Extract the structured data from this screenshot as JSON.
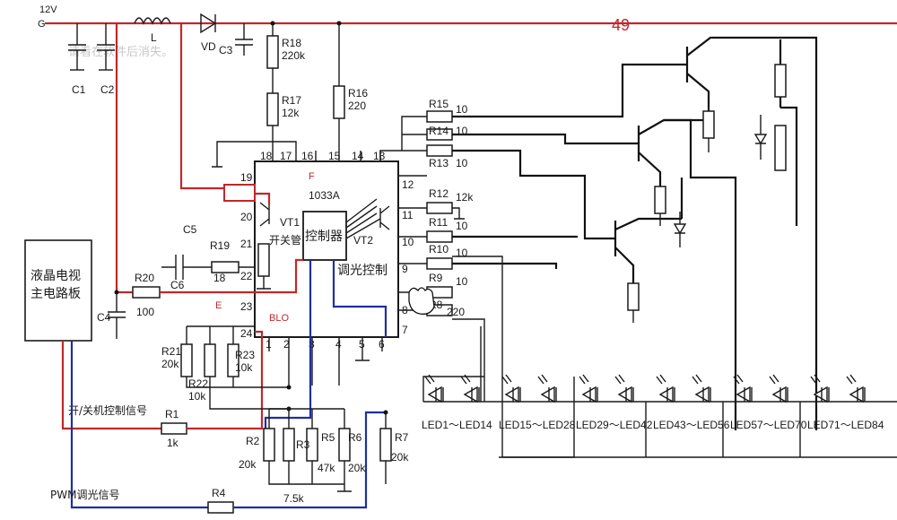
{
  "supply": {
    "voltage": "12V",
    "node": "G",
    "marker": "49"
  },
  "watermark": "请看在软件后消失。",
  "caps": {
    "c1": "C1",
    "c2": "C2",
    "c3": "C3",
    "c4": "C4",
    "c5": "C5",
    "c6": "C6"
  },
  "inductor": "L",
  "diode": "VD",
  "resistors": {
    "r18_name": "R18",
    "r18_val": "220k",
    "r17_name": "R17",
    "r17_val": "12k",
    "r16_name": "R16",
    "r16_val": "220",
    "r15_name": "R15",
    "r15_val": "10",
    "r14_name": "R14",
    "r14_val": "10",
    "r13_name": "R13",
    "r13_val": "10",
    "r12_name": "R12",
    "r12_val": "12k",
    "r11_name": "R11",
    "r11_val": "10",
    "r10_name": "R10",
    "r10_val": "10",
    "r9_name": "R9",
    "r9_val": "10",
    "r8_name": "R8",
    "r8_val": "220",
    "r19_name": "R19",
    "r19_val": "18",
    "r20_name": "R20",
    "r20_val": "100",
    "r21_name": "R21",
    "r21_val": "20k",
    "r22_name": "R22",
    "r22_val": "10k",
    "r23_name": "R23",
    "r23_val": "10k",
    "r1_name": "R1",
    "r1_val": "1k",
    "r2_name": "R2",
    "r2_val": "20k",
    "r3_name": "R3",
    "r5_name": "R5",
    "r5_val": "47k",
    "r6_name": "R6",
    "r6_val": "20k",
    "r7_name": "R7",
    "r7_val": "20k",
    "r4_name": "R4",
    "r3r5_val": "7.5k"
  },
  "ic": {
    "part": "1033A",
    "label_f": "F",
    "vt1": "VT1",
    "vt2": "VT2",
    "switch_label": "开关管",
    "controller": "控制器",
    "dimming": "调光控制",
    "pins": {
      "p19": "19",
      "p20": "20",
      "p21": "21",
      "p22": "22",
      "p23": "23",
      "p24": "24",
      "p18": "18",
      "p17": "17",
      "p16": "16",
      "p15": "15",
      "p14": "14",
      "p13": "13",
      "p12": "12",
      "p11": "11",
      "p10": "10",
      "p9": "9",
      "p8": "8",
      "p7": "7",
      "p1": "1",
      "p2": "2",
      "p3": "3",
      "p4": "4",
      "p5": "5",
      "p6": "6"
    }
  },
  "labels": {
    "e": "E",
    "blo": "BLO",
    "tv_board_line1": "液晶电视",
    "tv_board_line2": "主电路板",
    "power_signal": "开/关机控制信号",
    "pwm_signal": "PWM调光信号"
  },
  "leds": [
    {
      "label": "LED1～LED14"
    },
    {
      "label": "LED15～LED28"
    },
    {
      "label": "LED29～LED42"
    },
    {
      "label": "LED43～LED56"
    },
    {
      "label": "LED57～LED70"
    },
    {
      "label": "LED71～LED84"
    }
  ],
  "colors": {
    "red_wire": "#c0282a",
    "blue_wire": "#1f2fa0",
    "ink": "#1a1a1a"
  }
}
